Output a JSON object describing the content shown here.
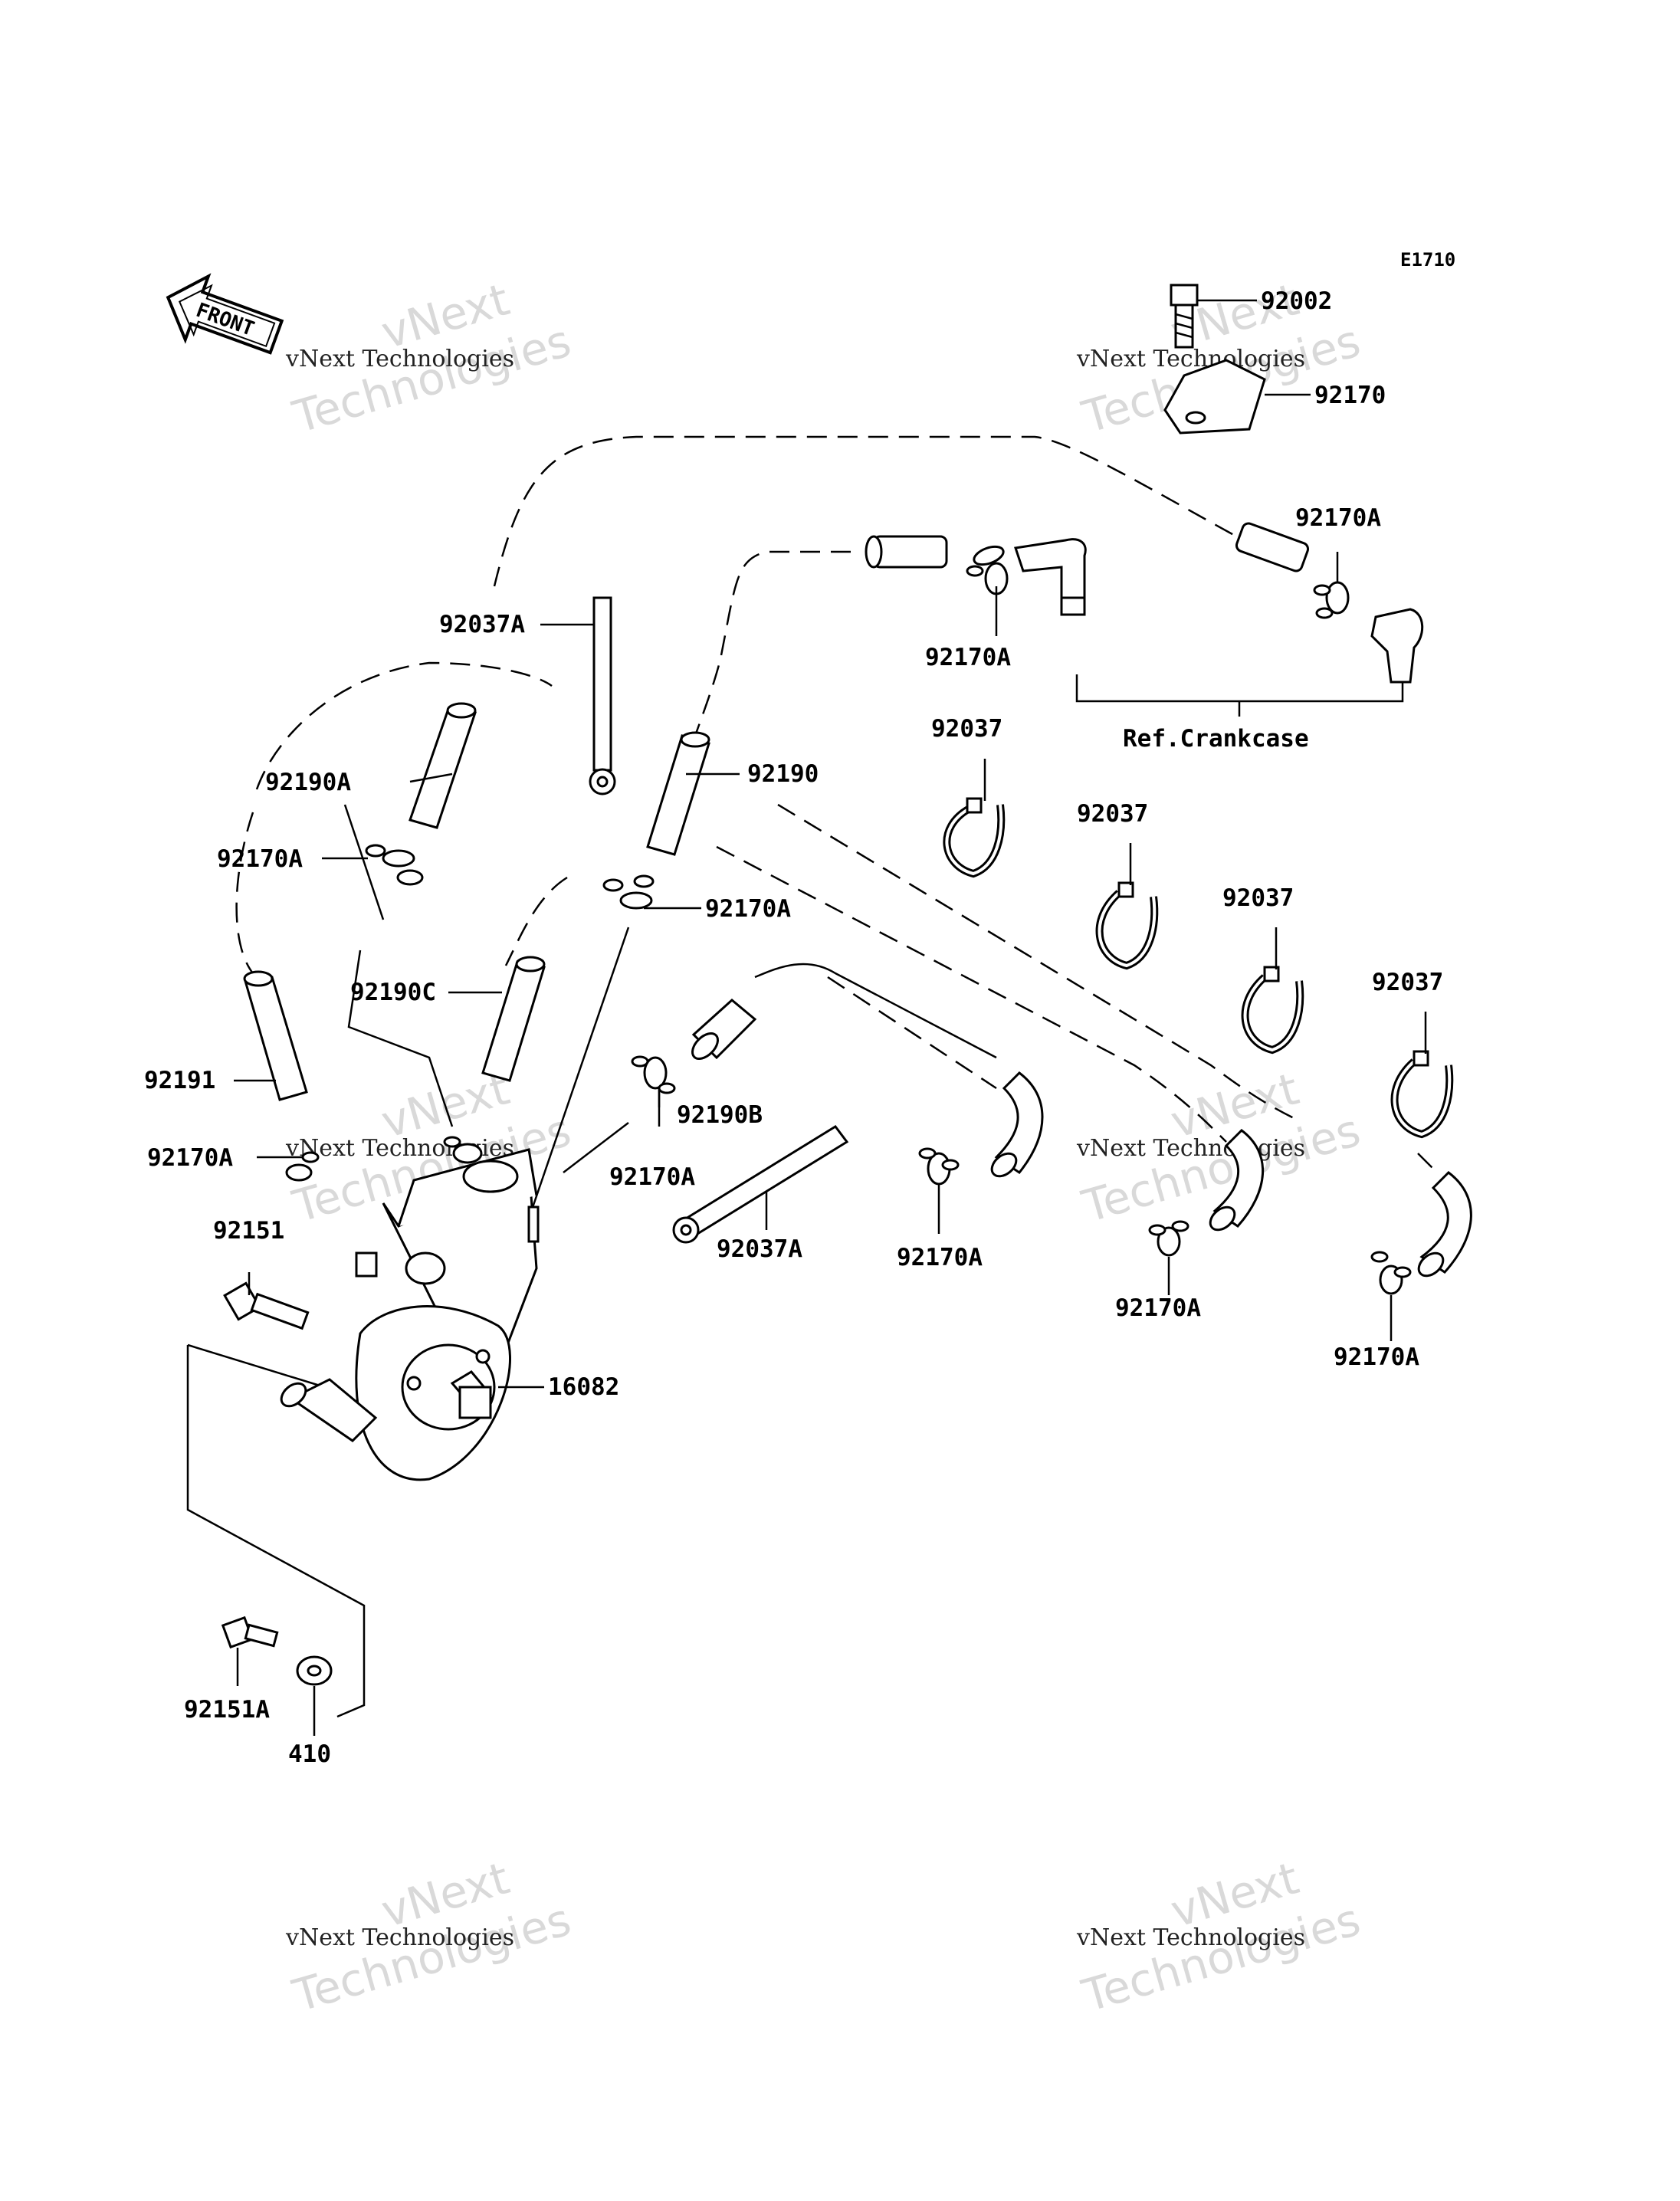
{
  "diagram": {
    "code": "E1710",
    "front_label": "FRONT",
    "ref_label": "Ref.Crankcase",
    "watermark_line1": "vNext Technologies",
    "watermark_line2": "Technologies",
    "watermark_top": "vNext",
    "parts": {
      "p92002": "92002",
      "p92170": "92170",
      "p92170A_top": "92170A",
      "p92170A_mid": "92170A",
      "p92037A_top": "92037A",
      "p92190": "92190",
      "p92190A": "92190A",
      "p92170A_left": "92170A",
      "p92170A_center": "92170A",
      "p92190C": "92190C",
      "p92191": "92191",
      "p92170A_low_left": "92170A",
      "p92151": "92151",
      "p92190B": "92190B",
      "p92170A_b1": "92170A",
      "p92037A_low": "92037A",
      "p92170A_b2": "92170A",
      "p92170A_b3": "92170A",
      "p92170A_b4": "92170A",
      "p92037_1": "92037",
      "p92037_2": "92037",
      "p92037_3": "92037",
      "p92037_4": "92037",
      "p16082": "16082",
      "p92151A": "92151A",
      "p410": "410"
    }
  }
}
